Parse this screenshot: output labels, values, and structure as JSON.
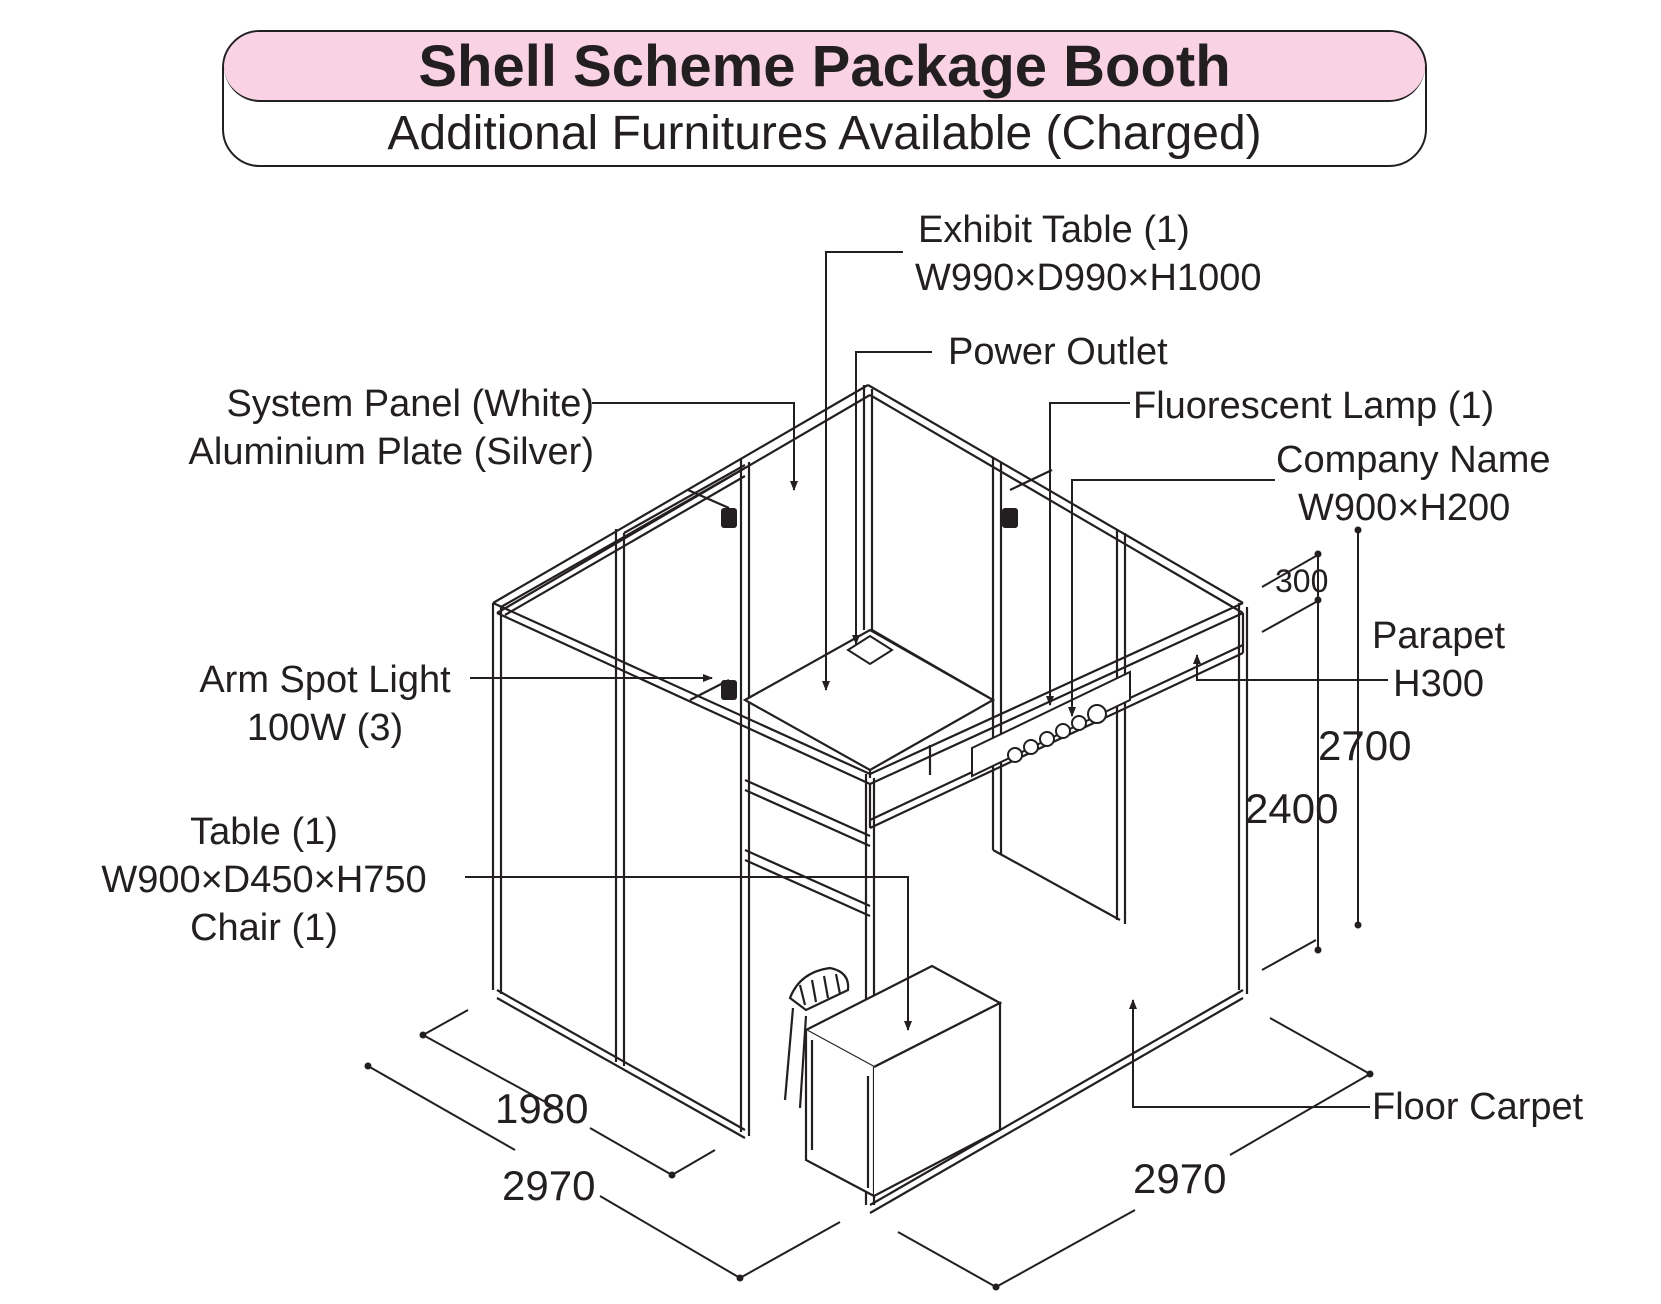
{
  "title": {
    "main": "Shell Scheme Package Booth",
    "sub": "Additional Furnitures Available (Charged)",
    "accent_color": "#f9d3e3"
  },
  "labels": {
    "exhibit_table": {
      "line1": "Exhibit Table (1)",
      "line2": "W990×D990×H1000"
    },
    "power_outlet": "Power Outlet",
    "system_panel": {
      "line1": "System Panel (White)",
      "line2": "Aluminium Plate (Silver)"
    },
    "fluorescent_lamp": "Fluorescent Lamp (1)",
    "company_name": {
      "line1": "Company Name",
      "line2": "W900×H200"
    },
    "parapet": {
      "line1": "Parapet",
      "line2": "H300"
    },
    "arm_spot_light": {
      "line1": "Arm Spot Light",
      "line2": "100W (3)"
    },
    "table_chair": {
      "line1": "Table (1)",
      "line2": "W900×D450×H750",
      "line3": "Chair (1)"
    },
    "floor_carpet": "Floor Carpet"
  },
  "dimensions": {
    "d300": "300",
    "d2700": "2700",
    "d2400": "2400",
    "d1980": "1980",
    "d2970_left": "2970",
    "d2970_right": "2970"
  },
  "colors": {
    "line": "#231f20"
  }
}
